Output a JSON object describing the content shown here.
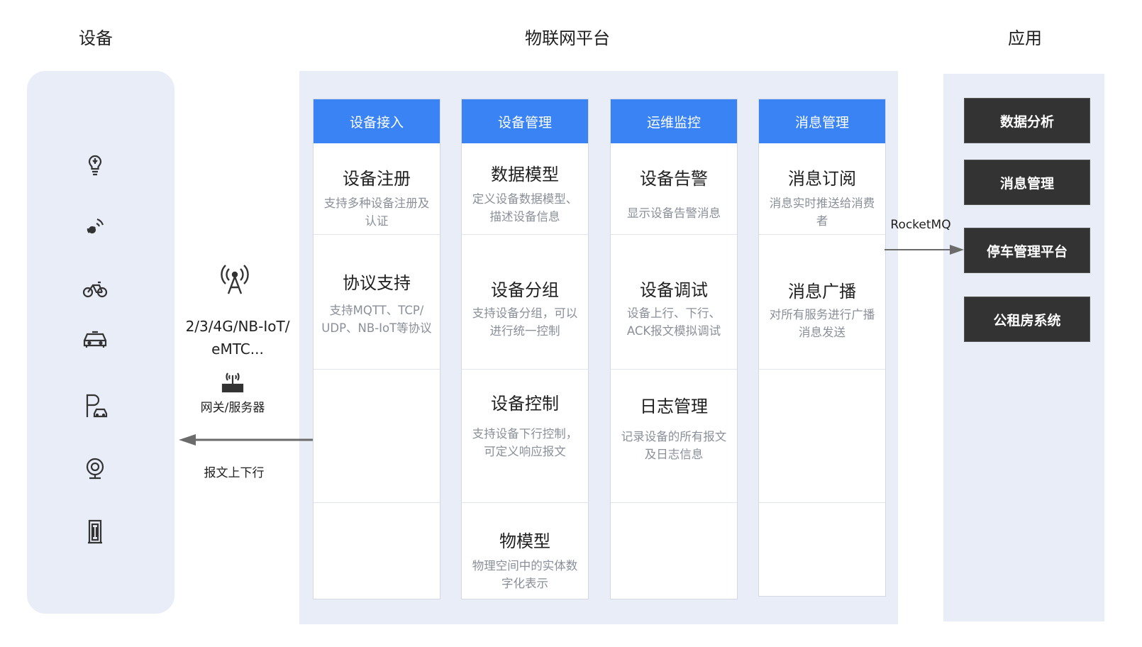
{
  "headers": {
    "devices": "设备",
    "platform": "物联网平台",
    "apps": "应用"
  },
  "device_icons": [
    "light-bulb-icon",
    "sensor-icon",
    "bicycle-icon",
    "car-icon",
    "parking-icon",
    "camera-icon",
    "door-gate-icon"
  ],
  "connectivity": {
    "network_line1": "2/3/4G/NB-IoT/",
    "network_line2": "eMTC...",
    "gateway_label": "网关/服务器",
    "message_label": "报文上下行"
  },
  "modules": [
    {
      "header": "设备接入",
      "cells": [
        {
          "title": "设备注册",
          "desc": [
            "支持多种设备注册及",
            "认证"
          ]
        },
        {
          "title": "协议支持",
          "desc": [
            "支持MQTT、TCP/",
            "UDP、NB-IoT等协议"
          ]
        },
        {
          "title": "",
          "desc": []
        },
        {
          "title": "",
          "desc": []
        }
      ]
    },
    {
      "header": "设备管理",
      "cells": [
        {
          "title": "数据模型",
          "desc": [
            "定义设备数据模型、",
            "描述设备信息"
          ]
        },
        {
          "title": "设备分组",
          "desc": [
            "支持设备分组，可以",
            "进行统一控制"
          ]
        },
        {
          "title": "设备控制",
          "desc": [
            "支持设备下行控制，",
            "可定义响应报文"
          ]
        },
        {
          "title": "物模型",
          "desc": [
            "物理空间中的实体数",
            "字化表示"
          ]
        }
      ]
    },
    {
      "header": "运维监控",
      "cells": [
        {
          "title": "设备告警",
          "desc": [
            "显示设备告警消息"
          ]
        },
        {
          "title": "设备调试",
          "desc": [
            "设备上行、下行、",
            "ACK报文模拟调试"
          ]
        },
        {
          "title": "日志管理",
          "desc": [
            "记录设备的所有报文",
            "及日志信息"
          ]
        },
        {
          "title": "",
          "desc": []
        }
      ]
    },
    {
      "header": "消息管理",
      "cells": [
        {
          "title": "消息订阅",
          "desc": [
            "消息实时推送给消费",
            "者"
          ]
        },
        {
          "title": "消息广播",
          "desc": [
            "对所有服务进行广播",
            "消息发送"
          ]
        },
        {
          "title": "",
          "desc": []
        },
        {
          "title": "",
          "desc": []
        }
      ]
    }
  ],
  "rocketmq_label": "RocketMQ",
  "apps": [
    "数据分析",
    "消息管理",
    "停车管理平台",
    "公租房系统"
  ],
  "colors": {
    "module_header": "#3a83f5",
    "panel_bg": "#e9edf7",
    "app_button": "#333333"
  }
}
